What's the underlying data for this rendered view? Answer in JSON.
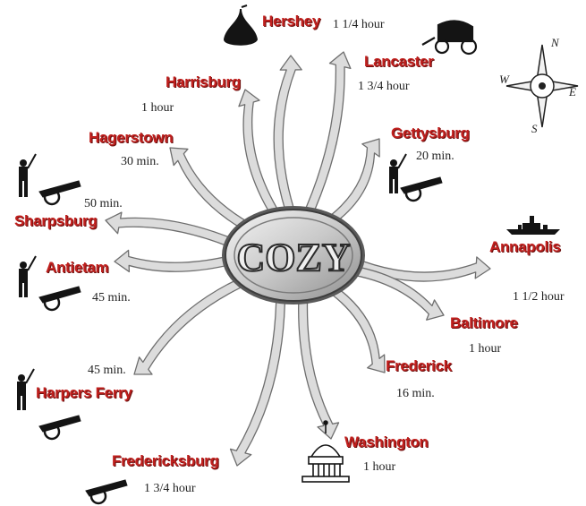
{
  "center": {
    "label": "COZY"
  },
  "compass": {
    "n": "N",
    "s": "S",
    "e": "E",
    "w": "W"
  },
  "destinations": [
    {
      "name": "Hershey",
      "time": "1 1/4 hour"
    },
    {
      "name": "Lancaster",
      "time": "1 3/4 hour"
    },
    {
      "name": "Harrisburg",
      "time": "1 hour"
    },
    {
      "name": "Gettysburg",
      "time": "20 min."
    },
    {
      "name": "Hagerstown",
      "time": "30 min."
    },
    {
      "name": "Sharpsburg",
      "time": "50 min."
    },
    {
      "name": "Annapolis",
      "time": "1 1/2 hour"
    },
    {
      "name": "Antietam",
      "time": "45 min."
    },
    {
      "name": "Baltimore",
      "time": "1 hour"
    },
    {
      "name": "Harpers Ferry",
      "time": "45 min."
    },
    {
      "name": "Frederick",
      "time": "16 min."
    },
    {
      "name": "Washington",
      "time": "1 hour"
    },
    {
      "name": "Fredericksburg",
      "time": "1 3/4 hour"
    }
  ],
  "icons": [
    "hershey-kiss-icon",
    "horse-buggy-icon",
    "compass-rose-icon",
    "civil-war-soldier-icon",
    "cannon-icon",
    "battleship-icon",
    "capitol-dome-icon"
  ],
  "colors": {
    "destination_text": "#c0201e",
    "ribbon": "#dcdcdc",
    "ribbon_edge": "#6e6e6e",
    "time_text": "#222222"
  }
}
